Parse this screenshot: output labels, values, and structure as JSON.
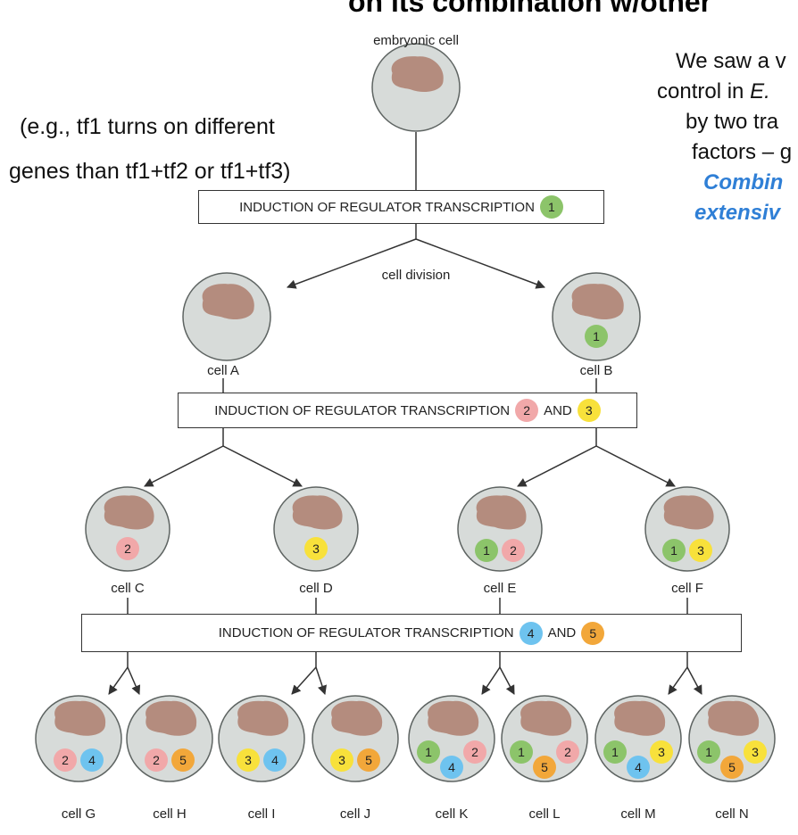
{
  "slide": {
    "title": "on its combination w/other",
    "note_left_line1": "(e.g., tf1 turns on different",
    "note_left_line2": "genes than tf1+tf2 or tf1+tf3)",
    "right_line1": "We saw a v",
    "right_line2_pre": "control in ",
    "right_line2_em": "E.",
    "right_line3": "by two tra",
    "right_line4": "factors – g",
    "right_line5": "Combin",
    "right_line6": "extensiv"
  },
  "colors": {
    "tf1": "#8cc46a",
    "tf2": "#f1a8a9",
    "tf3": "#f8e13b",
    "tf4": "#6ec3ef",
    "tf5": "#f2a73a",
    "cell": "#d7dbd9",
    "nucleus": "#b48c7e"
  },
  "diagram": {
    "embryonic_label": "embryonic cell",
    "division_label": "cell division",
    "box1": {
      "text": "INDUCTION OF REGULATOR TRANSCRIPTION",
      "tf": "1"
    },
    "box2": {
      "text": "INDUCTION OF REGULATOR TRANSCRIPTION",
      "tf_a": "2",
      "and": "AND",
      "tf_b": "3"
    },
    "box3": {
      "text": "INDUCTION OF REGULATOR TRANSCRIPTION",
      "tf_a": "4",
      "and": "AND",
      "tf_b": "5"
    },
    "labels": {
      "A": "cell A",
      "B": "cell B",
      "C": "cell C",
      "D": "cell D",
      "E": "cell E",
      "F": "cell F",
      "G": "cell G",
      "H": "cell H",
      "I": "cell I",
      "J": "cell J",
      "K": "cell K",
      "L": "cell L",
      "M": "cell M",
      "N": "cell N"
    },
    "cell_tfs": {
      "B": [
        "1"
      ],
      "C": [
        "2"
      ],
      "D": [
        "3"
      ],
      "E": [
        "1",
        "2"
      ],
      "F": [
        "1",
        "3"
      ],
      "G": [
        "2",
        "4"
      ],
      "H": [
        "2",
        "5"
      ],
      "I": [
        "3",
        "4"
      ],
      "J": [
        "3",
        "5"
      ],
      "K": [
        "1",
        "2",
        "4"
      ],
      "L": [
        "1",
        "2",
        "5"
      ],
      "M": [
        "1",
        "3",
        "4"
      ],
      "N": [
        "1",
        "3",
        "5"
      ]
    }
  }
}
